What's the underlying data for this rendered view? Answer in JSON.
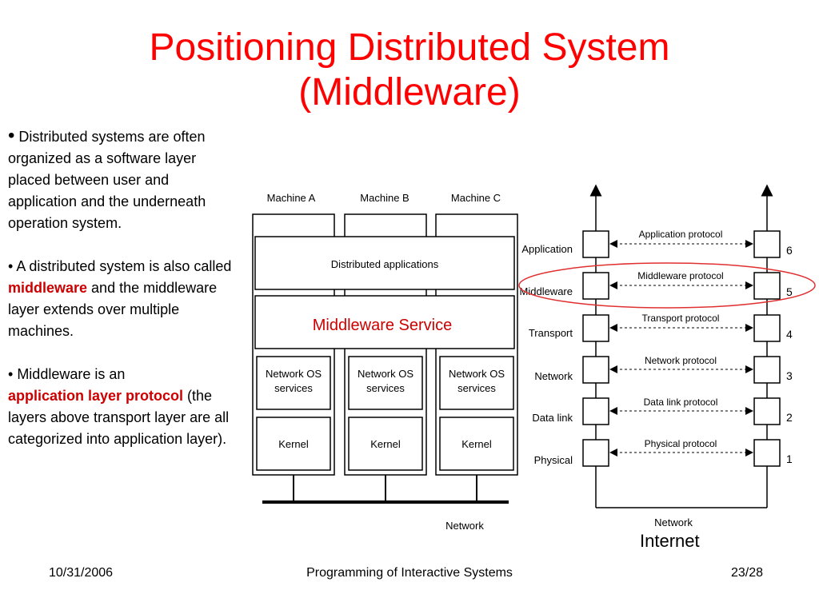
{
  "title_line1": "Positioning Distributed System",
  "title_line2": "(Middleware)",
  "bullets": [
    {
      "text": "Distributed systems are often organized as a software layer placed between user and application and the underneath operation system."
    },
    {
      "pre": "A distributed system is also called ",
      "highlight": "middleware",
      "post": " and the middleware layer extends over multiple machines."
    },
    {
      "pre": "Middleware is an ",
      "highlight": "application layer protocol",
      "post": " (the layers above transport layer are all categorized into application layer)."
    }
  ],
  "left_diagram": {
    "machines": [
      "Machine A",
      "Machine B",
      "Machine C"
    ],
    "distributed_apps": "Distributed applications",
    "middleware_service": "Middleware Service",
    "os_services": "Network OS services",
    "kernel": "Kernel",
    "network": "Network"
  },
  "right_diagram": {
    "layers": [
      "Application",
      "Middleware",
      "Transport",
      "Network",
      "Data link",
      "Physical"
    ],
    "protocols": [
      "Application protocol",
      "Middleware protocol",
      "Transport protocol",
      "Network protocol",
      "Data link protocol",
      "Physical protocol"
    ],
    "numbers": [
      "6",
      "5",
      "4",
      "3",
      "2",
      "1"
    ],
    "network": "Network",
    "internet_label": "Internet"
  },
  "footer": {
    "date": "10/31/2006",
    "course": "Programming of Interactive Systems",
    "page": "23/28"
  },
  "colors": {
    "title": "#ff0000",
    "highlight": "#cc0000",
    "ellipse": "#e03030"
  }
}
